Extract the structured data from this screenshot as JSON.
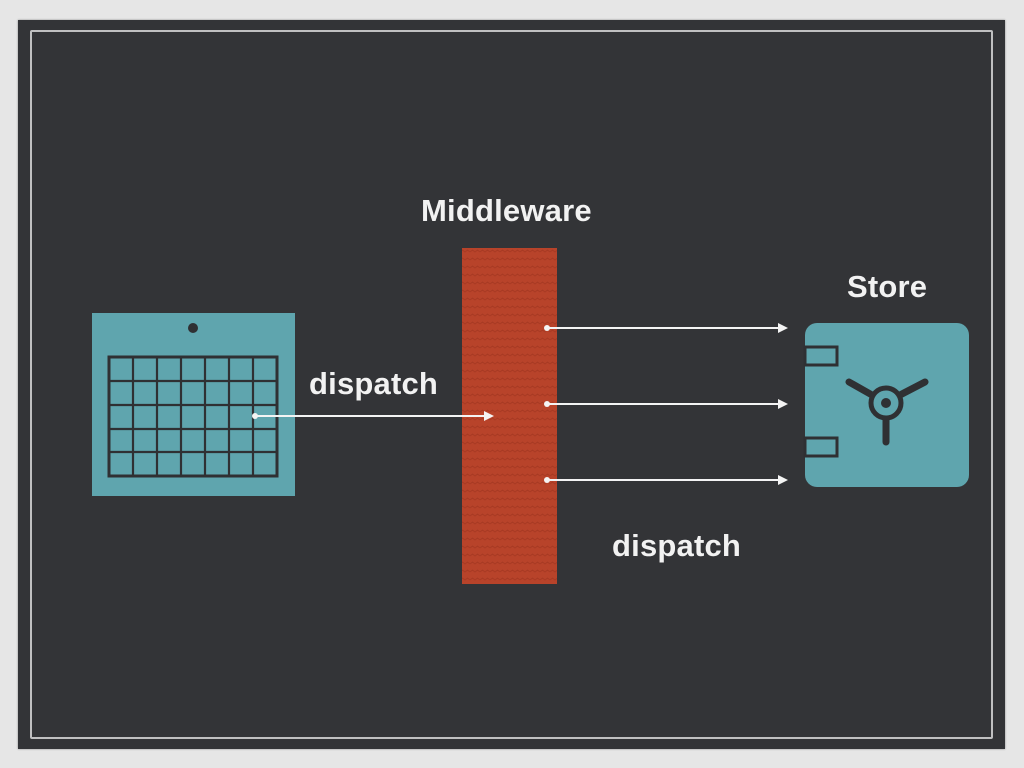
{
  "labels": {
    "middleware": "Middleware",
    "store": "Store",
    "dispatch_left": "dispatch",
    "dispatch_right": "dispatch"
  },
  "colors": {
    "background": "#333437",
    "teal": "#5fa5ae",
    "middleware_red": "#b8432a",
    "arrow": "#f4f4f4",
    "dark_lines": "#2f3033",
    "border": "#d9d9d9"
  },
  "icons": {
    "source": "calendar-icon",
    "store": "safe-icon"
  }
}
